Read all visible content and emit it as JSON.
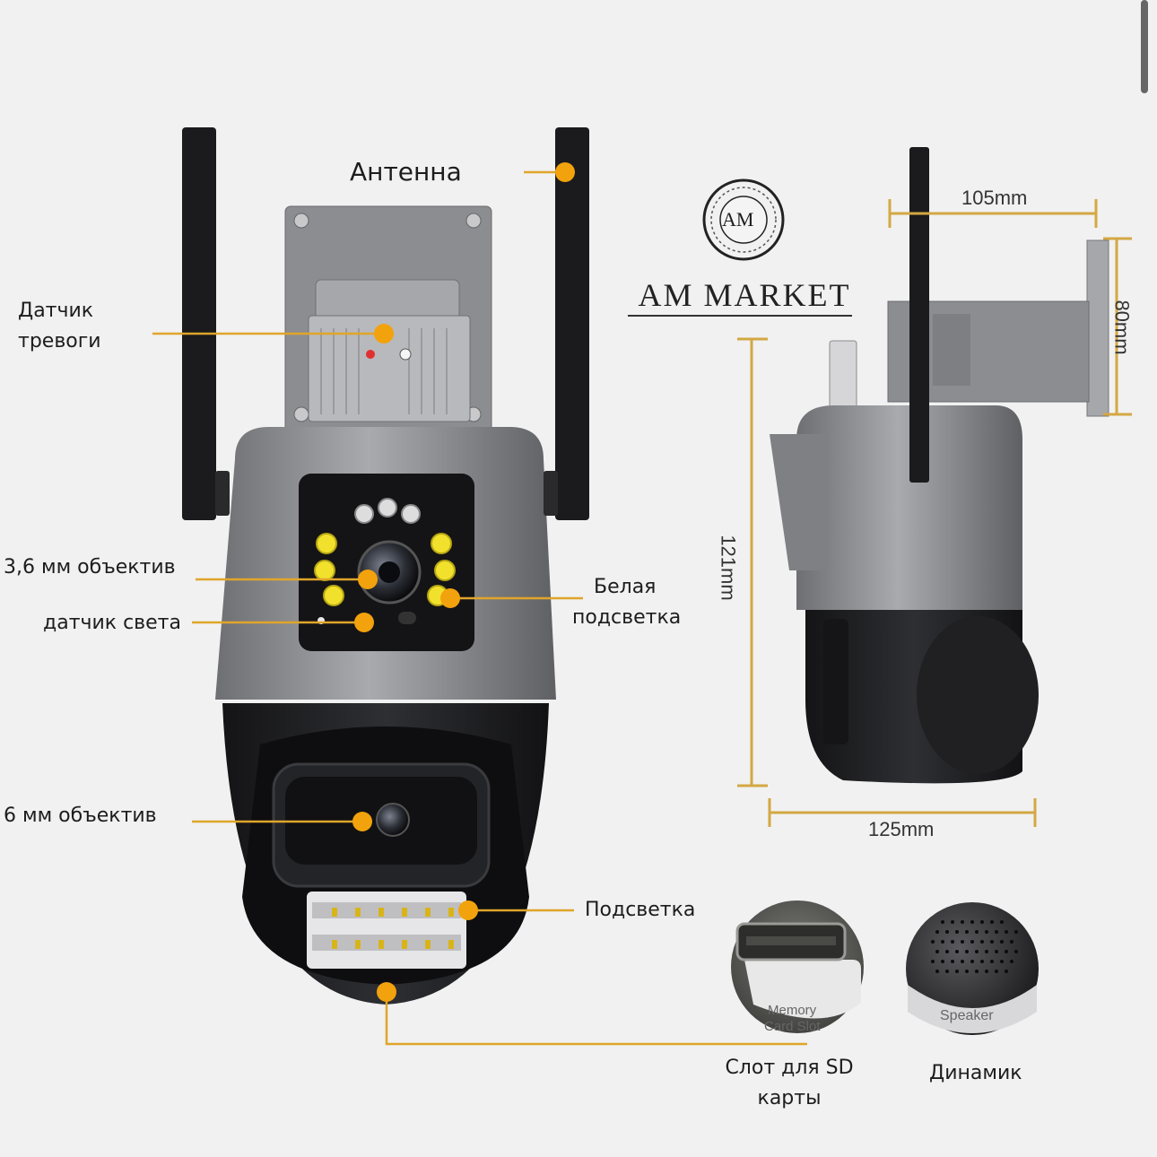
{
  "brand": {
    "logo_letters": "AM",
    "name": "AM MARKET"
  },
  "labels": {
    "antenna": "Антенна",
    "alarm_sensor": [
      "Датчик",
      "тревоги"
    ],
    "lens_36": "3,6 мм объектив",
    "light_sensor": "датчик света",
    "white_light": [
      "Белая",
      "подсветка"
    ],
    "lens_6": "6 мм объектив",
    "illumination": "Подсветка",
    "sd_slot": [
      "Слот для SD",
      "карты"
    ],
    "speaker": "Динамик"
  },
  "dimensions": {
    "width": "105mm",
    "height_bracket": "80mm",
    "height": "121mm",
    "depth": "125mm"
  },
  "insets": {
    "memory_card": [
      "Memory",
      "Card Slot"
    ],
    "speaker": "Speaker"
  },
  "colors": {
    "callout": "#f2a20c",
    "dimension": "#d4a843",
    "body_gray": "#8e8f93",
    "dark": "#1c1c1e"
  }
}
